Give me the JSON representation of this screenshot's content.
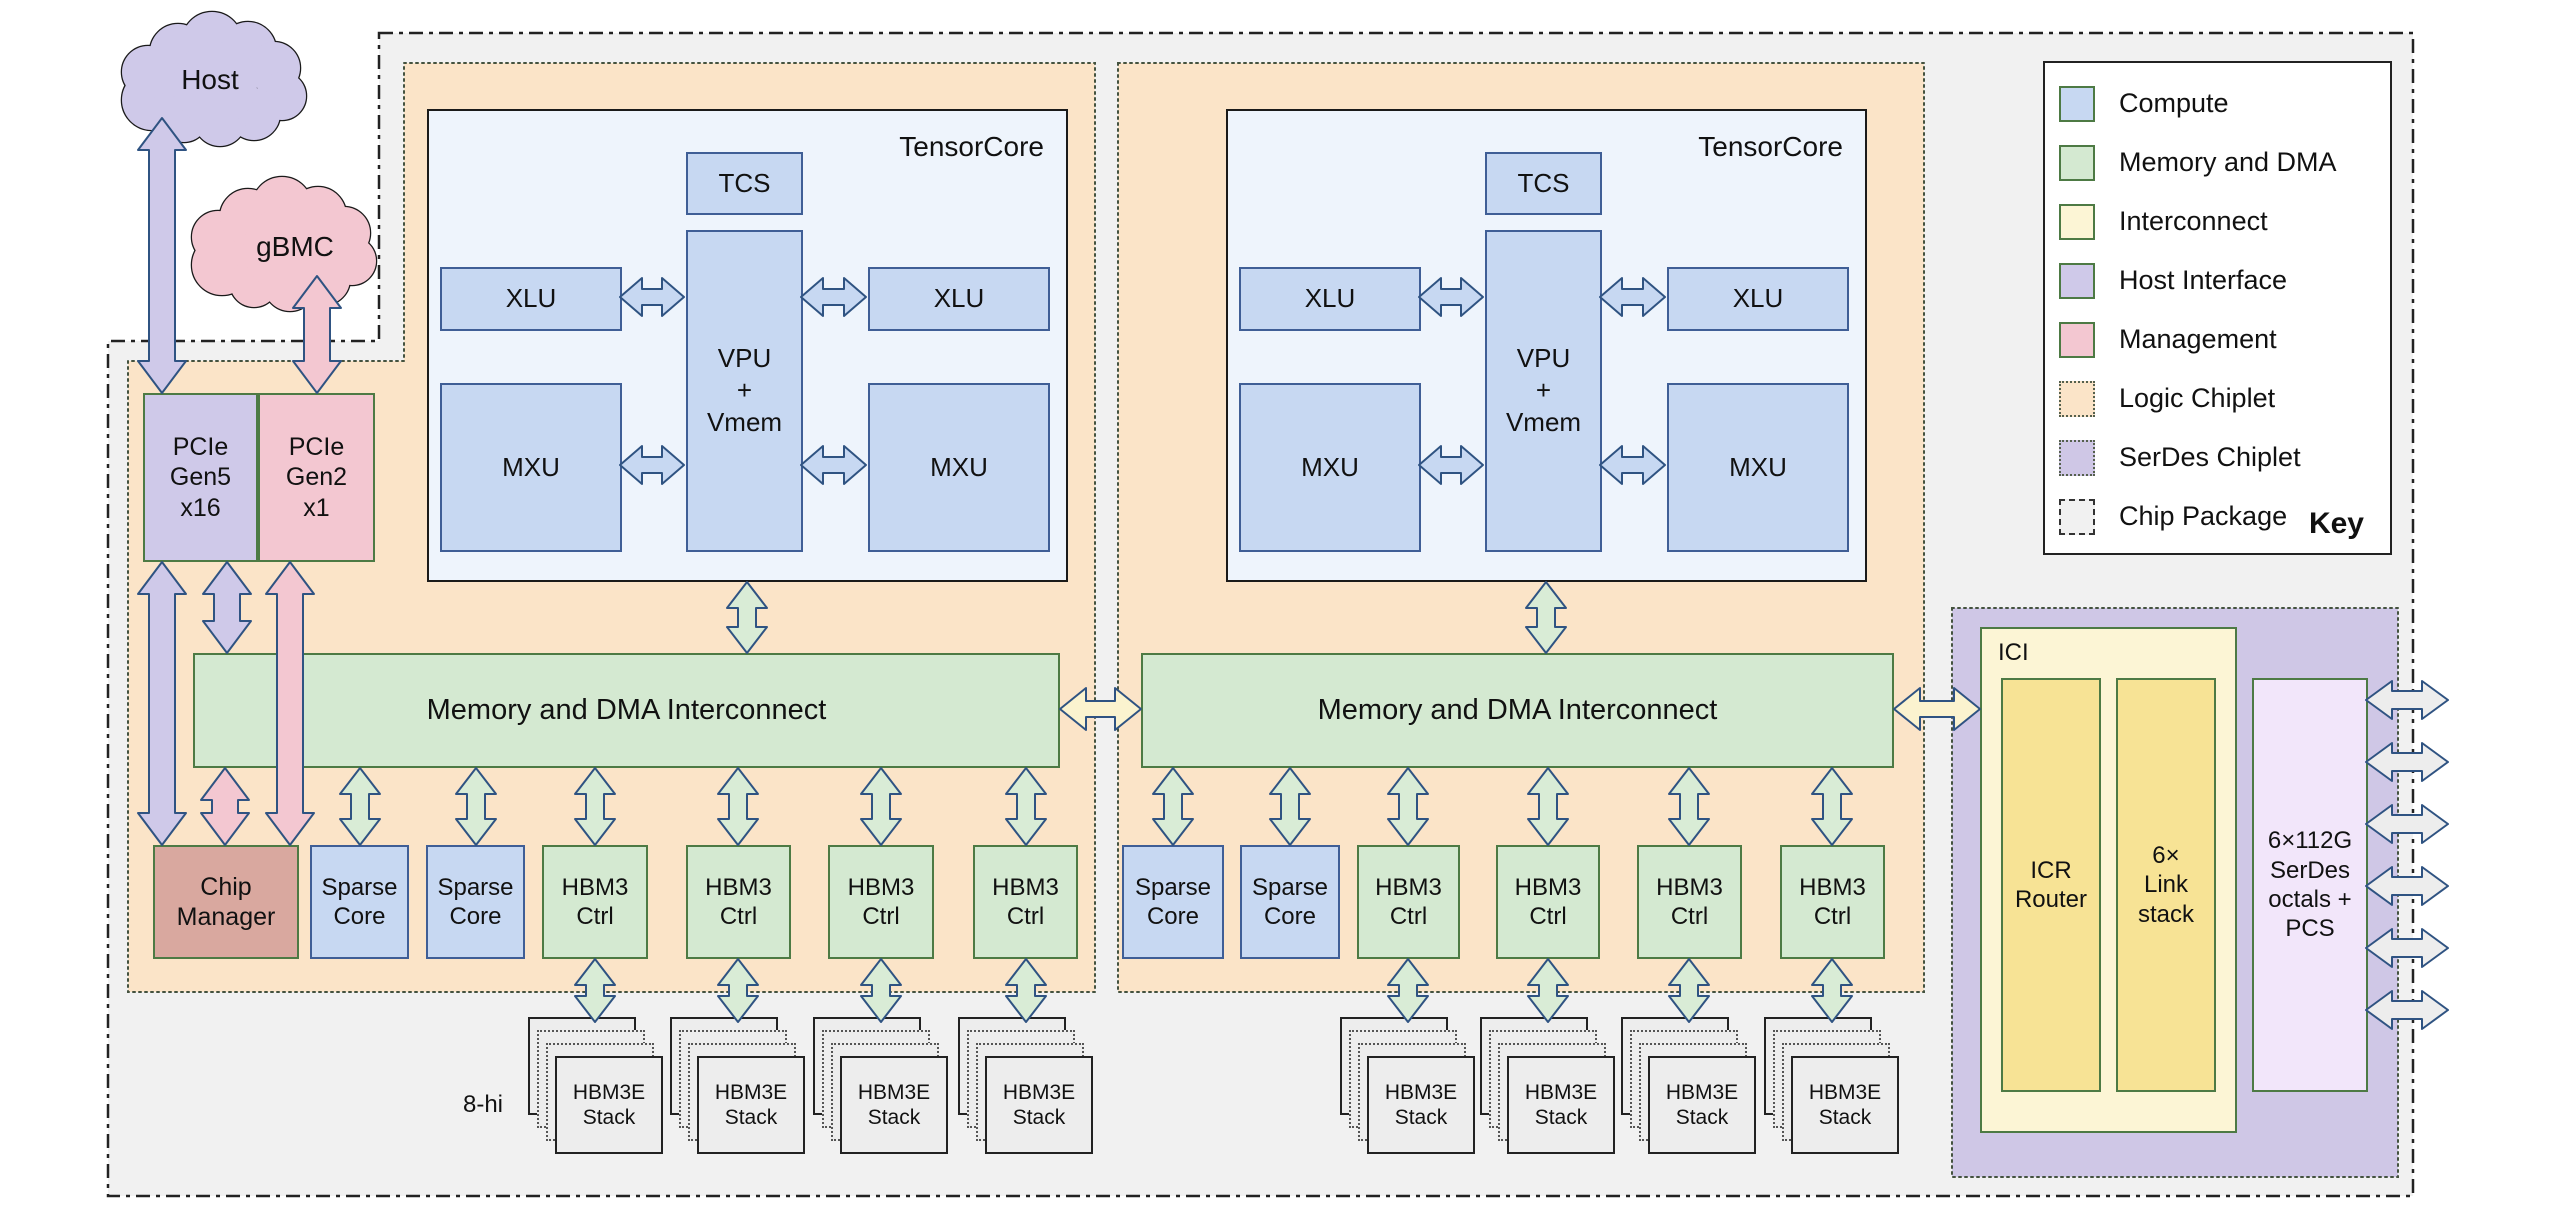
{
  "colors": {
    "compute": "#c7d8f2",
    "compute_border": "#3f5e96",
    "memory": "#d4e9d1",
    "memory_border": "#4d7a44",
    "interconnect": "#fcf5d5",
    "interconnect_dark": "#f7e395",
    "host_interface": "#cfc9e9",
    "management": "#f3c7d1",
    "management_dark": "#d9a89f",
    "logic_chiplet": "#fbe4c8",
    "serdes_chiplet": "#cfc7e6",
    "serdes_phy": "#f2e6fa",
    "chip_package": "#f1f1f1",
    "tensorcore_bg": "#eef4fc",
    "stack_fill": "#ededed",
    "arrow_outline": "#2f5382",
    "arrow_green": "#d9ecd6",
    "arrow_yellow": "#fbf3cf",
    "arrow_gray": "#ededed"
  },
  "clouds": {
    "host": "Host",
    "gbmc": "gBMC"
  },
  "host_interface": {
    "pcie_gen5": "PCIe\nGen5\nx16",
    "pcie_gen2": "PCIe\nGen2\nx1"
  },
  "management": {
    "chip_manager": "Chip\nManager"
  },
  "tensorcore": {
    "label": "TensorCore",
    "tcs": "TCS",
    "xlu": "XLU",
    "mxu": "MXU",
    "vpu": "VPU\n+\nVmem"
  },
  "interconnect": {
    "label": "Memory and DMA Interconnect"
  },
  "compute": {
    "sparse_core": "Sparse\nCore"
  },
  "memory": {
    "hbm3_ctrl": "HBM3\nCtrl",
    "hbm3e_stack": "HBM3E\nStack",
    "stack_height": "8-hi"
  },
  "ici": {
    "label": "ICI",
    "icr_router": "ICR\nRouter",
    "link_stack": "6×\nLink\nstack",
    "serdes_octals": "6×112G\nSerDes\noctals +\nPCS"
  },
  "key": {
    "title": "Key",
    "items": [
      {
        "label": "Compute",
        "swatch": "compute"
      },
      {
        "label": "Memory and DMA",
        "swatch": "memory"
      },
      {
        "label": "Interconnect",
        "swatch": "interconnect"
      },
      {
        "label": "Host Interface",
        "swatch": "host"
      },
      {
        "label": "Management",
        "swatch": "management"
      },
      {
        "label": "Logic Chiplet",
        "swatch": "logic-chiplet"
      },
      {
        "label": "SerDes Chiplet",
        "swatch": "serdes-chiplet"
      },
      {
        "label": "Chip Package",
        "swatch": "chip-package"
      }
    ]
  }
}
